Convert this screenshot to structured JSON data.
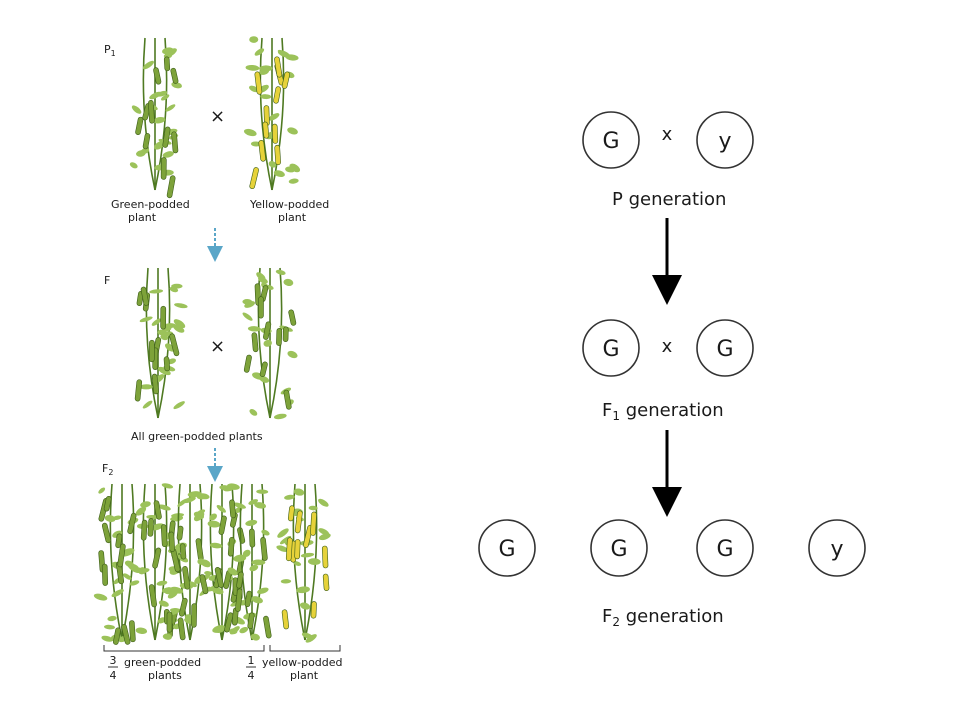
{
  "left_panel": {
    "labels": {
      "p1": "P",
      "p1_sub": "1",
      "f1": "F",
      "f2": "F",
      "f2_sub": "2"
    },
    "p1": {
      "green_caption": [
        "Green-podded",
        "plant"
      ],
      "yellow_caption": [
        "Yellow-podded",
        "plant"
      ],
      "cross": "×"
    },
    "f1": {
      "cross": "×",
      "caption": "All green-podded plants"
    },
    "f2": {
      "green": {
        "num": "3",
        "den": "4",
        "text": [
          "green-podded",
          "plants"
        ]
      },
      "yellow": {
        "num": "1",
        "den": "4",
        "text": [
          "yellow-podded",
          "plant"
        ]
      }
    },
    "colors": {
      "green_pod": "#7da23a",
      "yellow_pod": "#e6d23a",
      "leaf": "#9cc25a",
      "arrow": "#5aa6c8"
    }
  },
  "right_panel": {
    "p_generation": {
      "alleles": [
        "G",
        "y"
      ],
      "cross": "x",
      "label": "P generation"
    },
    "f1_generation": {
      "alleles": [
        "G",
        "G"
      ],
      "cross": "x",
      "label": "F",
      "sub": "1",
      "label_rest": " generation"
    },
    "f2_generation": {
      "alleles": [
        "G",
        "G",
        "G",
        "y"
      ],
      "label": "F",
      "sub": "2",
      "label_rest": " generation"
    }
  }
}
